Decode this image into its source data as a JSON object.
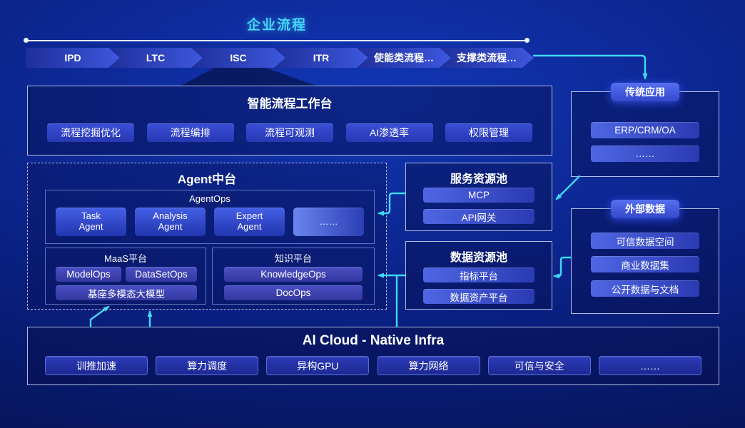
{
  "colors": {
    "accent": "#41d9f7"
  },
  "process_flow": {
    "title": "企业流程",
    "stages": [
      "IPD",
      "LTC",
      "ISC",
      "ITR",
      "使能类流程…",
      "支撑类流程…"
    ]
  },
  "workbench": {
    "title": "智能流程工作台",
    "chips": [
      "流程挖掘优化",
      "流程编排",
      "流程可观测",
      "AI渗透率",
      "权限管理"
    ]
  },
  "agent_platform": {
    "title": "Agent中台",
    "agentops": {
      "title": "AgentOps",
      "agents": [
        "Task\nAgent",
        "Analysis\nAgent",
        "Expert\nAgent",
        "……"
      ]
    },
    "maas": {
      "title": "MaaS平台",
      "chips": [
        "ModelOps",
        "DataSetOps"
      ],
      "wide_chip": "基座多模态大模型"
    },
    "knowledge": {
      "title": "知识平台",
      "chips": [
        "KnowledgeOps",
        "DocOps"
      ]
    }
  },
  "service_pool": {
    "title": "服务资源池",
    "chips": [
      "MCP",
      "API网关"
    ]
  },
  "data_pool": {
    "title": "数据资源池",
    "chips": [
      "指标平台",
      "数据资产平台"
    ]
  },
  "legacy_apps": {
    "title": "传统应用",
    "chips": [
      "ERP/CRM/OA",
      "……"
    ]
  },
  "external_data": {
    "title": "外部数据",
    "chips": [
      "可信数据空间",
      "商业数据集",
      "公开数据与文档"
    ]
  },
  "infra": {
    "title": "AI Cloud - Native Infra",
    "chips": [
      "训推加速",
      "算力调度",
      "异构GPU",
      "算力网络",
      "可信与安全",
      "……"
    ]
  }
}
